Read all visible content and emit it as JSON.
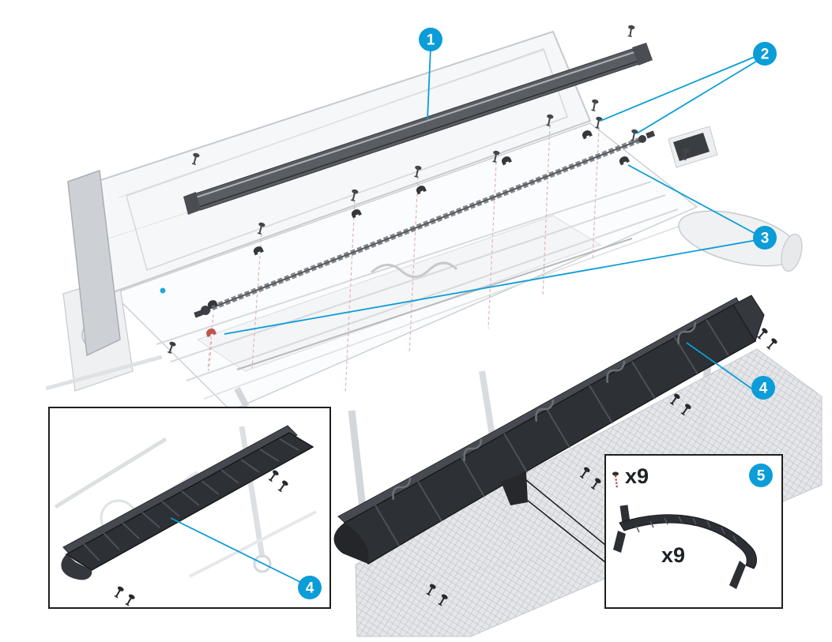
{
  "diagram": {
    "description": "Exploded service diagram of a large-format printer showing removal of the top rail, screws, retaining clips and the black output deflector, with two detail insets",
    "background": "#ffffff"
  },
  "colors": {
    "page_bg": "#ffffff",
    "callout_fill": "#0b9dd8",
    "leader_line": "#0b9dd8",
    "inset_border": "#1f1f1f",
    "detail_red": "#c0544c",
    "qty_text": "#1e2126",
    "machine_line": "#c9ccd1",
    "dark_part": "#2d3035"
  },
  "callouts": [
    {
      "id": "1",
      "label": "1"
    },
    {
      "id": "2",
      "label": "2"
    },
    {
      "id": "3",
      "label": "3"
    },
    {
      "id": "4",
      "label": "4"
    },
    {
      "id": "4-inset",
      "label": "4"
    },
    {
      "id": "5",
      "label": "5"
    }
  ],
  "quantities": {
    "screws_label": "x9",
    "parts_label": "x9"
  }
}
